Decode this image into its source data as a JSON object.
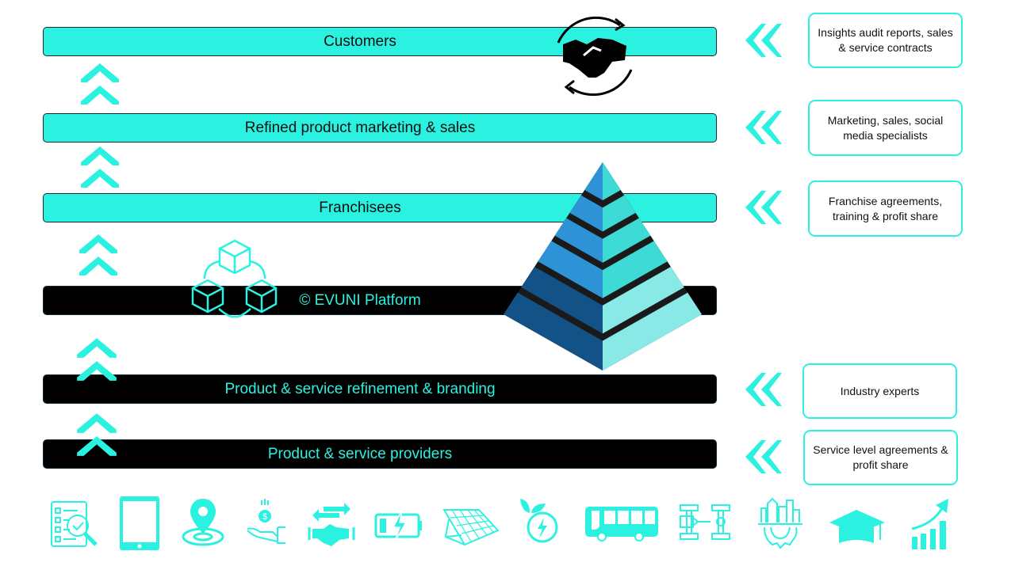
{
  "layers": {
    "customers": "Customers",
    "refined": "Refined product marketing & sales",
    "franchisees": "Franchisees",
    "platform": "© EVUNI Platform",
    "refinement": "Product & service refinement & branding",
    "providers": "Product & service providers"
  },
  "side_boxes": {
    "insights": "Insights audit reports, sales & service contracts",
    "marketing": "Marketing, sales, social media specialists",
    "franchise": "Franchise agreements, training & profit share",
    "experts": "Industry experts",
    "sla": "Service level agreements & profit share"
  },
  "colors": {
    "accent": "#2BF1E1",
    "pyramid_left_light": "#2E93D6",
    "pyramid_right_light": "#3DDAD6",
    "pyramid_left_dark": "#135287",
    "pyramid_right_dark": "#88E9E6"
  },
  "bottom_icons": [
    "checklist-search-icon",
    "tablet-icon",
    "location-pin-icon",
    "money-hand-icon",
    "handshake-exchange-icon",
    "battery-charging-icon",
    "solar-panel-icon",
    "eco-energy-icon",
    "bus-icon",
    "chassis-icon",
    "industry-gear-icon",
    "graduation-cap-icon",
    "growth-chart-icon"
  ]
}
